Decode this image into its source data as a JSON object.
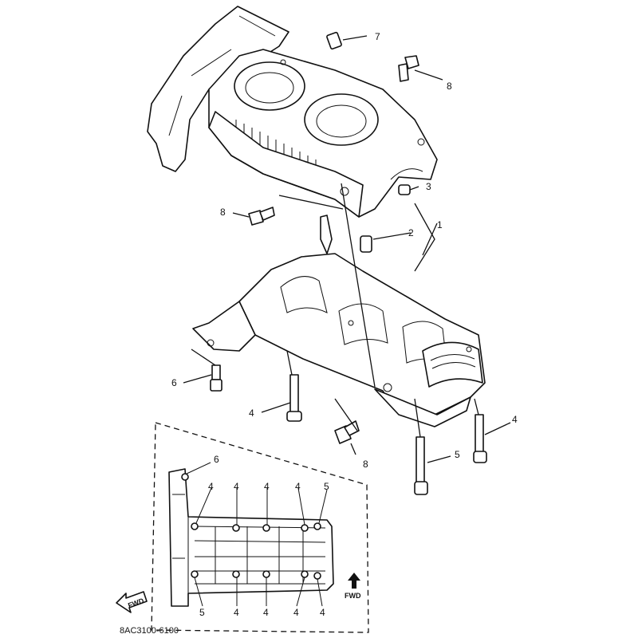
{
  "callouts": {
    "c1": "1",
    "c2": "2",
    "c3": "3",
    "c4a": "4",
    "c4b": "4",
    "c5": "5",
    "c6": "6",
    "c7": "7",
    "c8a": "8",
    "c8b": "8",
    "c8c": "8"
  },
  "inset": {
    "labels_top": [
      "6",
      "4",
      "4",
      "4",
      "4",
      "5"
    ],
    "labels_bottom": [
      "5",
      "4",
      "4",
      "4",
      "4"
    ],
    "fwd_arrow_label": "FWD",
    "fwd_badge": "FWD"
  },
  "drawing_code": "8AC3100-6100",
  "colors": {
    "line": "#111111",
    "background": "#ffffff"
  }
}
